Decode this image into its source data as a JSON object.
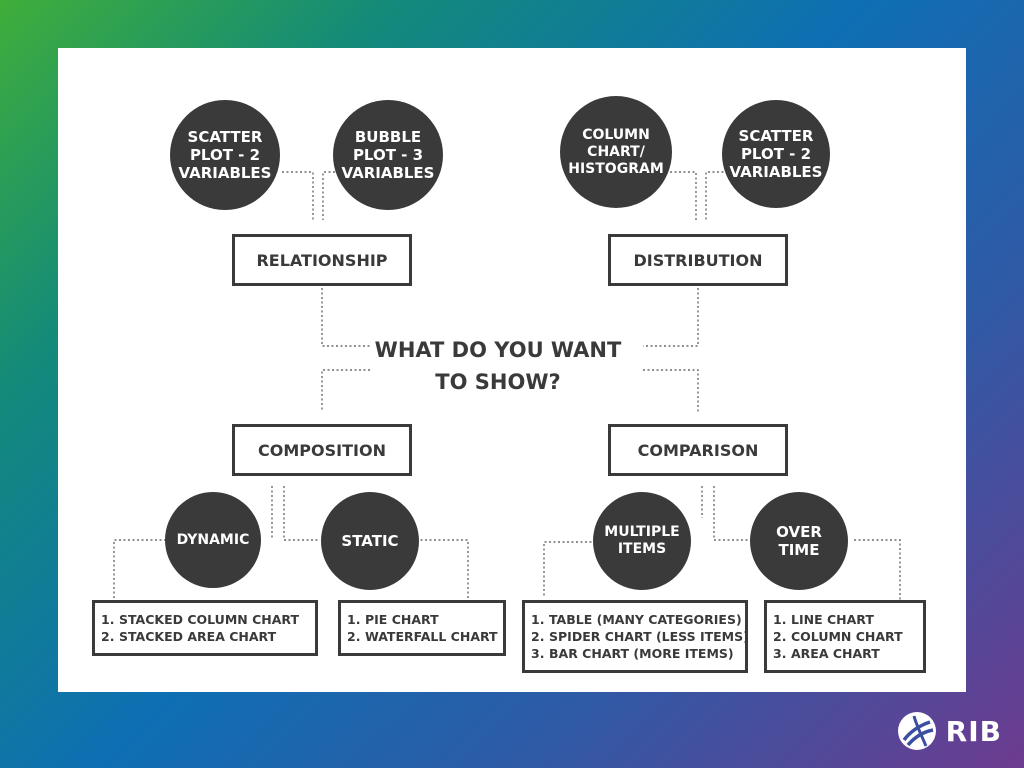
{
  "center_title": "WHAT DO YOU WANT\nTO SHOW?",
  "categories": {
    "relationship": "RELATIONSHIP",
    "distribution": "DISTRIBUTION",
    "composition": "COMPOSITION",
    "comparison": "COMPARISON"
  },
  "circles": {
    "scatter_left": "SCATTER\nPLOT - 2\nVARIABLES",
    "bubble": "BUBBLE\nPLOT - 3\nVARIABLES",
    "column_histogram": "COLUMN\nCHART/\nHISTOGRAM",
    "scatter_right": "SCATTER\nPLOT - 2\nVARIABLES",
    "dynamic": "DYNAMIC",
    "static": "STATIC",
    "multiple_items": "MULTIPLE\nITEMS",
    "over_time": "OVER\nTIME"
  },
  "lists": {
    "dynamic": [
      "STACKED COLUMN CHART",
      "STACKED AREA CHART"
    ],
    "static": [
      "PIE CHART",
      "WATERFALL CHART"
    ],
    "multiple_items": [
      "TABLE (MANY CATEGORIES)",
      "SPIDER CHART (LESS ITEMS)",
      "BAR CHART (MORE ITEMS)"
    ],
    "over_time": [
      "LINE CHART",
      "COLUMN CHART",
      "AREA CHART"
    ]
  },
  "brand": {
    "name": "RIB",
    "icon": "rib-logo-icon"
  },
  "colors": {
    "dark": "#3a3a3a",
    "card": "#ffffff",
    "connector": "#6b6b6b"
  }
}
